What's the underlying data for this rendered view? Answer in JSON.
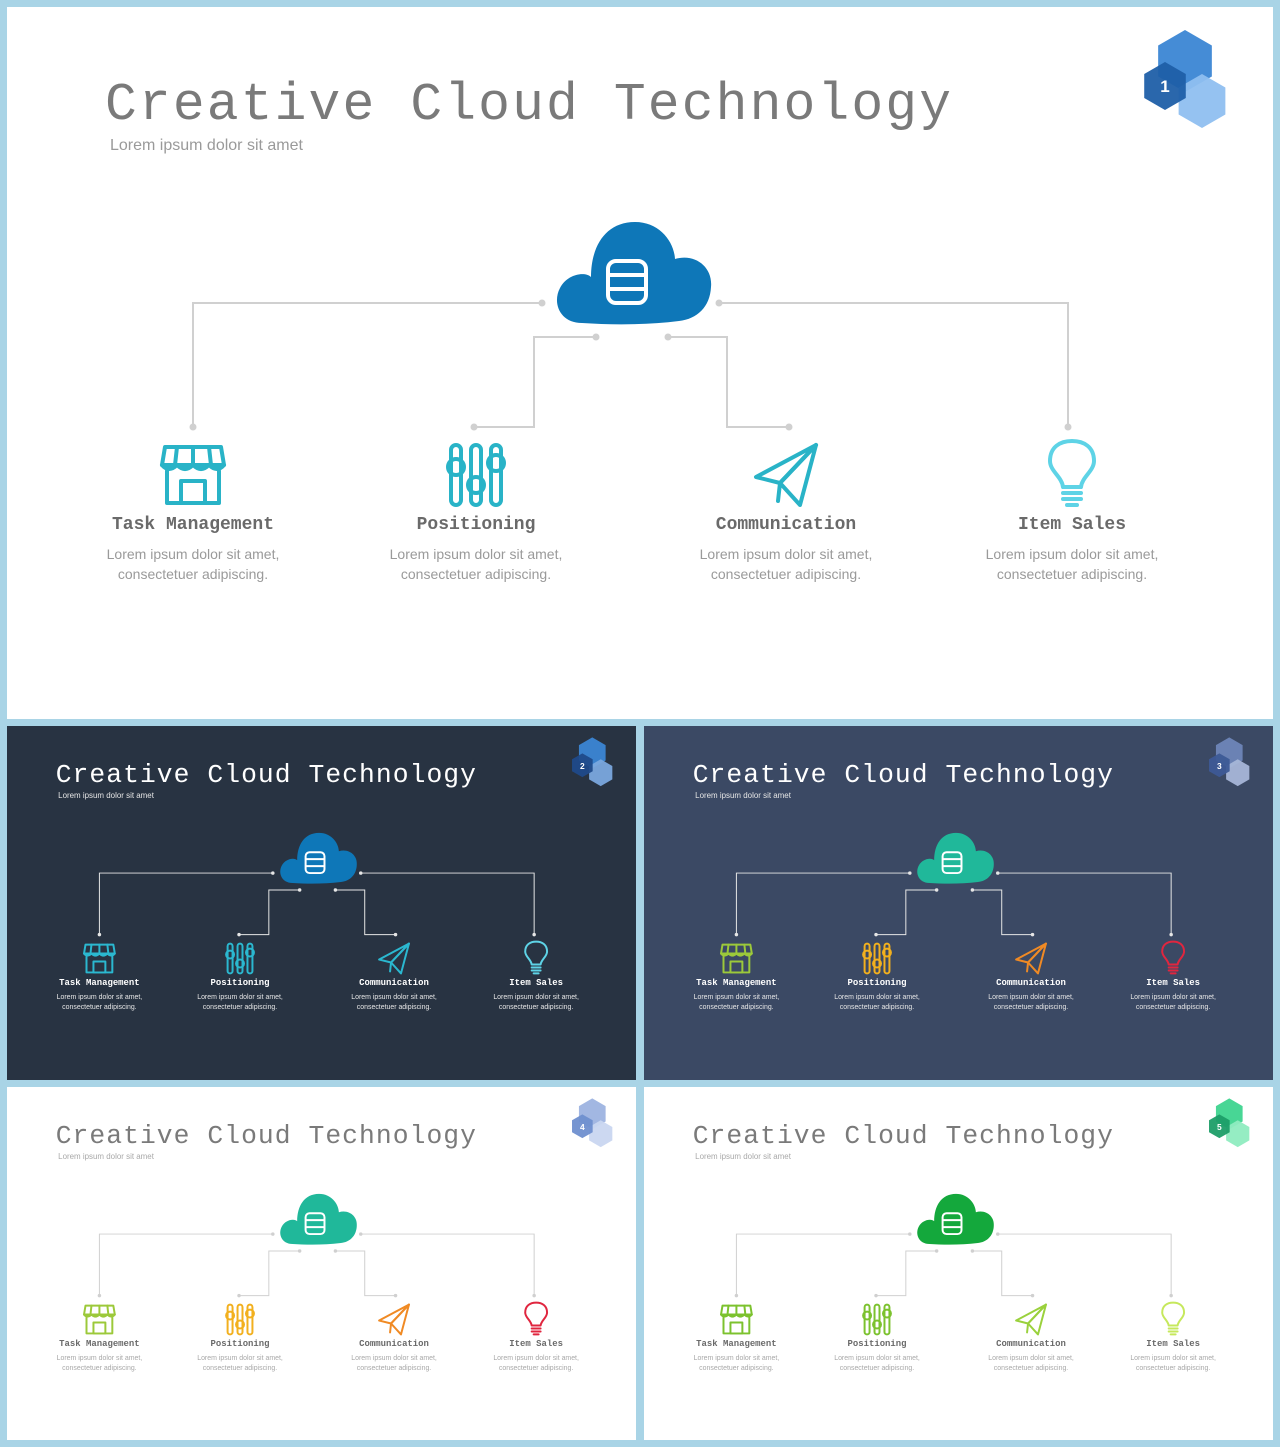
{
  "slides": [
    {
      "badge": "1",
      "title": "Creative Cloud Technology",
      "subtitle": "Lorem ipsum dolor sit amet",
      "theme": {
        "background": "#ffffff",
        "title_color": "#7a7a7a",
        "subtitle_color": "#9a9a9a",
        "line_color": "#d0d0d0",
        "cloud_color": "#0e77b8",
        "item_title_color": "#6a6a6a",
        "item_desc_color": "#9a9a9a",
        "hex_colors": [
          "#3b86d4",
          "#1f5fa8",
          "#8fbff0"
        ],
        "icon_colors": [
          "#29b3c7",
          "#29b3c7",
          "#29b3c7",
          "#5ed3e6"
        ]
      },
      "items": [
        {
          "icon": "store-icon",
          "title": "Task Management",
          "desc_line1": "Lorem ipsum dolor sit amet,",
          "desc_line2": "consectetuer adipiscing."
        },
        {
          "icon": "sliders-icon",
          "title": "Positioning",
          "desc_line1": "Lorem ipsum dolor sit amet,",
          "desc_line2": "consectetuer adipiscing."
        },
        {
          "icon": "paper-plane-icon",
          "title": "Communication",
          "desc_line1": "Lorem ipsum dolor sit amet,",
          "desc_line2": "consectetuer adipiscing."
        },
        {
          "icon": "lightbulb-icon",
          "title": "Item Sales",
          "desc_line1": "Lorem ipsum dolor sit amet,",
          "desc_line2": "consectetuer adipiscing."
        }
      ]
    },
    {
      "badge": "2",
      "title": "Creative Cloud Technology",
      "subtitle": "Lorem ipsum dolor sit amet",
      "theme": {
        "background": "#283342",
        "title_color": "#ffffff",
        "subtitle_color": "#e6e6e6",
        "line_color": "#e6e6e6",
        "cloud_color": "#0e77b8",
        "item_title_color": "#ffffff",
        "item_desc_color": "#e6e6e6",
        "hex_colors": [
          "#3b86d4",
          "#1f4a8a",
          "#7aa8de"
        ],
        "icon_colors": [
          "#2bb8d0",
          "#2bb8d0",
          "#2bb8d0",
          "#5ed3e6"
        ]
      },
      "items": [
        {
          "icon": "store-icon",
          "title": "Task Management",
          "desc_line1": "Lorem ipsum dolor sit amet,",
          "desc_line2": "consectetuer adipiscing."
        },
        {
          "icon": "sliders-icon",
          "title": "Positioning",
          "desc_line1": "Lorem ipsum dolor sit amet,",
          "desc_line2": "consectetuer adipiscing."
        },
        {
          "icon": "paper-plane-icon",
          "title": "Communication",
          "desc_line1": "Lorem ipsum dolor sit amet,",
          "desc_line2": "consectetuer adipiscing."
        },
        {
          "icon": "lightbulb-icon",
          "title": "Item Sales",
          "desc_line1": "Lorem ipsum dolor sit amet,",
          "desc_line2": "consectetuer adipiscing."
        }
      ]
    },
    {
      "badge": "3",
      "title": "Creative Cloud Technology",
      "subtitle": "Lorem ipsum dolor sit amet",
      "theme": {
        "background": "#3b4964",
        "title_color": "#ffffff",
        "subtitle_color": "#e6e6e6",
        "line_color": "#e6e6e6",
        "cloud_color": "#20b89a",
        "item_title_color": "#ffffff",
        "item_desc_color": "#e6e6e6",
        "hex_colors": [
          "#6e86b8",
          "#3d5a96",
          "#a6b6d8"
        ],
        "icon_colors": [
          "#9cc93a",
          "#f2b01e",
          "#f08a24",
          "#e0263f"
        ]
      },
      "items": [
        {
          "icon": "store-icon",
          "title": "Task Management",
          "desc_line1": "Lorem ipsum dolor sit amet,",
          "desc_line2": "consectetuer adipiscing."
        },
        {
          "icon": "sliders-icon",
          "title": "Positioning",
          "desc_line1": "Lorem ipsum dolor sit amet,",
          "desc_line2": "consectetuer adipiscing."
        },
        {
          "icon": "paper-plane-icon",
          "title": "Communication",
          "desc_line1": "Lorem ipsum dolor sit amet,",
          "desc_line2": "consectetuer adipiscing."
        },
        {
          "icon": "lightbulb-icon",
          "title": "Item Sales",
          "desc_line1": "Lorem ipsum dolor sit amet,",
          "desc_line2": "consectetuer adipiscing."
        }
      ]
    },
    {
      "badge": "4",
      "title": "Creative Cloud Technology",
      "subtitle": "Lorem ipsum dolor sit amet",
      "theme": {
        "background": "#ffffff",
        "title_color": "#7a7a7a",
        "subtitle_color": "#a8a8a8",
        "line_color": "#d0d0d0",
        "cloud_color": "#20b89a",
        "item_title_color": "#6a6a6a",
        "item_desc_color": "#a8a8a8",
        "hex_colors": [
          "#9db3e0",
          "#6f8fcf",
          "#c9d6f0"
        ],
        "icon_colors": [
          "#9cc93a",
          "#f2b01e",
          "#f08a24",
          "#e0263f"
        ]
      },
      "items": [
        {
          "icon": "store-icon",
          "title": "Task Management",
          "desc_line1": "Lorem ipsum dolor sit amet,",
          "desc_line2": "consectetuer adipiscing."
        },
        {
          "icon": "sliders-icon",
          "title": "Positioning",
          "desc_line1": "Lorem ipsum dolor sit amet,",
          "desc_line2": "consectetuer adipiscing."
        },
        {
          "icon": "paper-plane-icon",
          "title": "Communication",
          "desc_line1": "Lorem ipsum dolor sit amet,",
          "desc_line2": "consectetuer adipiscing."
        },
        {
          "icon": "lightbulb-icon",
          "title": "Item Sales",
          "desc_line1": "Lorem ipsum dolor sit amet,",
          "desc_line2": "consectetuer adipiscing."
        }
      ]
    },
    {
      "badge": "5",
      "title": "Creative Cloud Technology",
      "subtitle": "Lorem ipsum dolor sit amet",
      "theme": {
        "background": "#ffffff",
        "title_color": "#7a7a7a",
        "subtitle_color": "#a8a8a8",
        "line_color": "#d0d0d0",
        "cloud_color": "#14a83c",
        "item_title_color": "#6a6a6a",
        "item_desc_color": "#a8a8a8",
        "hex_colors": [
          "#3ed48f",
          "#1e9e68",
          "#8fecc0"
        ],
        "icon_colors": [
          "#7cc22e",
          "#7cc22e",
          "#9ad13c",
          "#c6e85c"
        ]
      },
      "items": [
        {
          "icon": "store-icon",
          "title": "Task Management",
          "desc_line1": "Lorem ipsum dolor sit amet,",
          "desc_line2": "consectetuer adipiscing."
        },
        {
          "icon": "sliders-icon",
          "title": "Positioning",
          "desc_line1": "Lorem ipsum dolor sit amet,",
          "desc_line2": "consectetuer adipiscing."
        },
        {
          "icon": "paper-plane-icon",
          "title": "Communication",
          "desc_line1": "Lorem ipsum dolor sit amet,",
          "desc_line2": "consectetuer adipiscing."
        },
        {
          "icon": "lightbulb-icon",
          "title": "Item Sales",
          "desc_line1": "Lorem ipsum dolor sit amet,",
          "desc_line2": "consectetuer adipiscing."
        }
      ]
    }
  ]
}
